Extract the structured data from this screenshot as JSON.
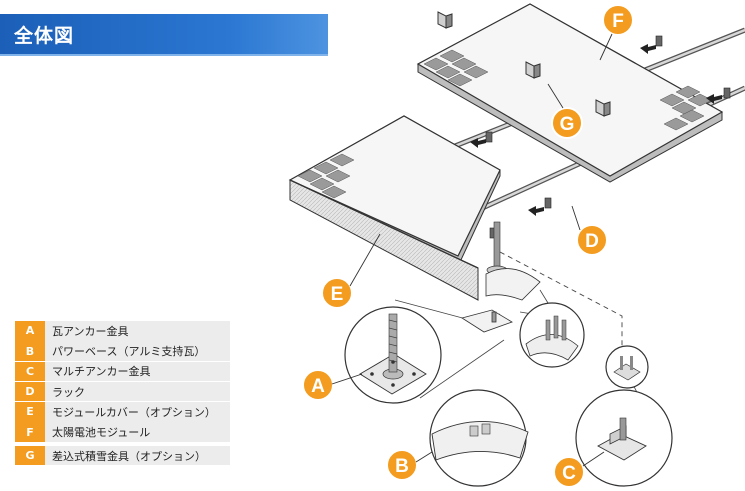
{
  "header": {
    "title": "全体図"
  },
  "legend": [
    {
      "letter": "A",
      "label": "瓦アンカー金具"
    },
    {
      "letter": "B",
      "label": "パワーベース（アルミ支持瓦）"
    },
    {
      "letter": "C",
      "label": "マルチアンカー金具"
    },
    {
      "letter": "D",
      "label": "ラック"
    },
    {
      "letter": "E",
      "label": "モジュールカバー（オプション）"
    },
    {
      "letter": "F",
      "label": "太陽電池モジュール"
    },
    {
      "letter": "G",
      "label": "差込式積雪金具（オプション）"
    }
  ],
  "callouts": {
    "a": "A",
    "b": "B",
    "c": "C",
    "d": "D",
    "e": "E",
    "f": "F",
    "g": "G"
  },
  "colors": {
    "badge": "#f39c1f",
    "header": "#1f66c0",
    "panel": "#f4f4f4",
    "outline": "#333333"
  }
}
